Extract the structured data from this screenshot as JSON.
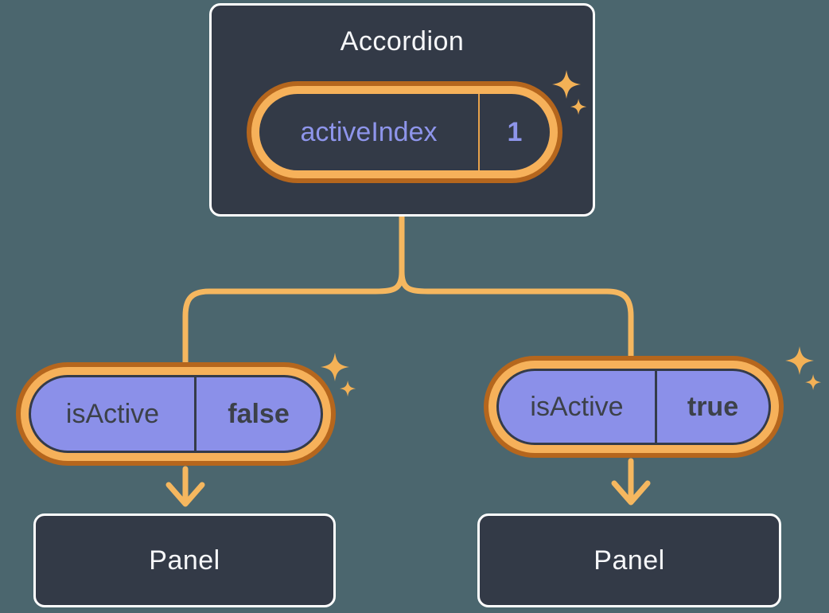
{
  "colors": {
    "background": "#4b666e",
    "node_fill": "#333a47",
    "node_border": "#ffffff",
    "node_text": "#f6f7f9",
    "pill_purple": "#8b90e9",
    "pill_dark_border": "#343b49",
    "ring_outer": "#b5661d",
    "ring_inner": "#f6b15a",
    "connector": "#f5b75f",
    "sparkle": "#f3b156",
    "state_name_text": "#8e95eb",
    "divider_orange": "#e8a24b",
    "pill_text_dark": "#3c4149"
  },
  "diagram": {
    "root": {
      "title": "Accordion",
      "state": {
        "name": "activeIndex",
        "value": "1"
      }
    },
    "children": [
      {
        "state": {
          "name": "isActive",
          "value": "false"
        },
        "panel": "Panel"
      },
      {
        "state": {
          "name": "isActive",
          "value": "true"
        },
        "panel": "Panel"
      }
    ]
  },
  "icons": {
    "sparkle": "sparkle-icon"
  }
}
